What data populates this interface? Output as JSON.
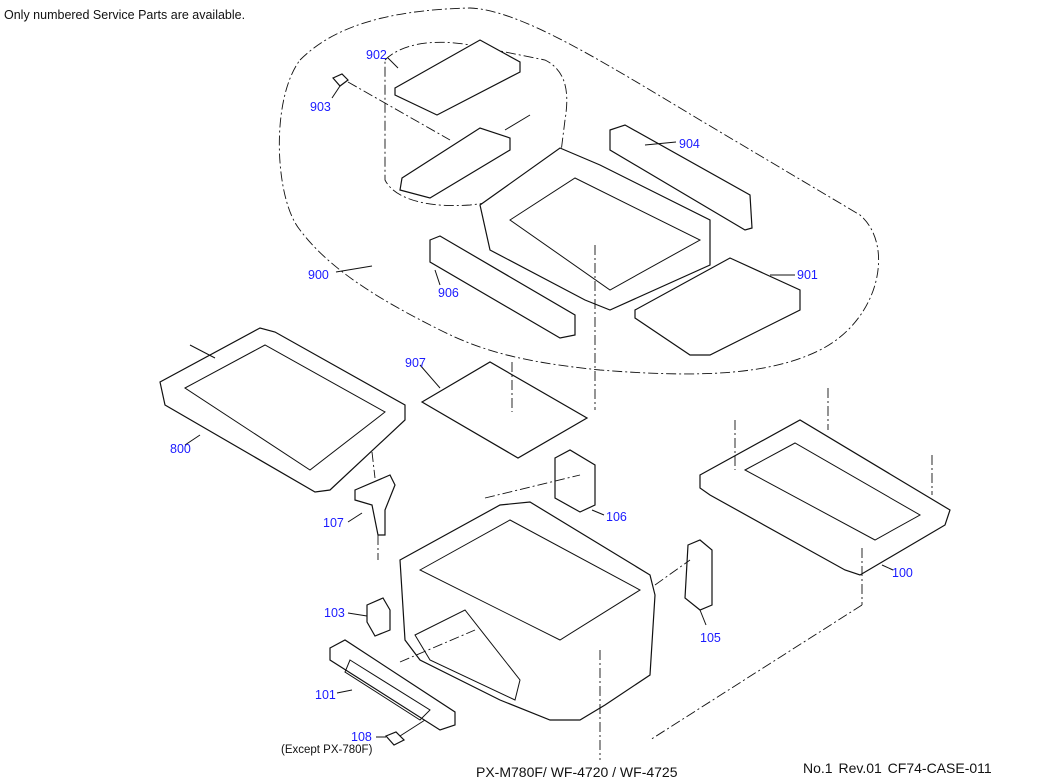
{
  "header": {
    "note": "Only numbered Service Parts are available."
  },
  "footer": {
    "models": "PX-M780F/ WF-4720 / WF-4725",
    "reference": "No.1   Rev.01   CF74-CASE-011"
  },
  "parts": {
    "p100": "100",
    "p101": "101",
    "p103": "103",
    "p105": "105",
    "p106": "106",
    "p107": "107",
    "p108": "108",
    "p800": "800",
    "p900": "900",
    "p901": "901",
    "p902": "902",
    "p903": "903",
    "p904": "904",
    "p906": "906",
    "p907": "907"
  },
  "notes": {
    "p108_exception": "(Except  PX-780F)"
  },
  "colors": {
    "label": "#1a1aff",
    "line": "#111111"
  }
}
